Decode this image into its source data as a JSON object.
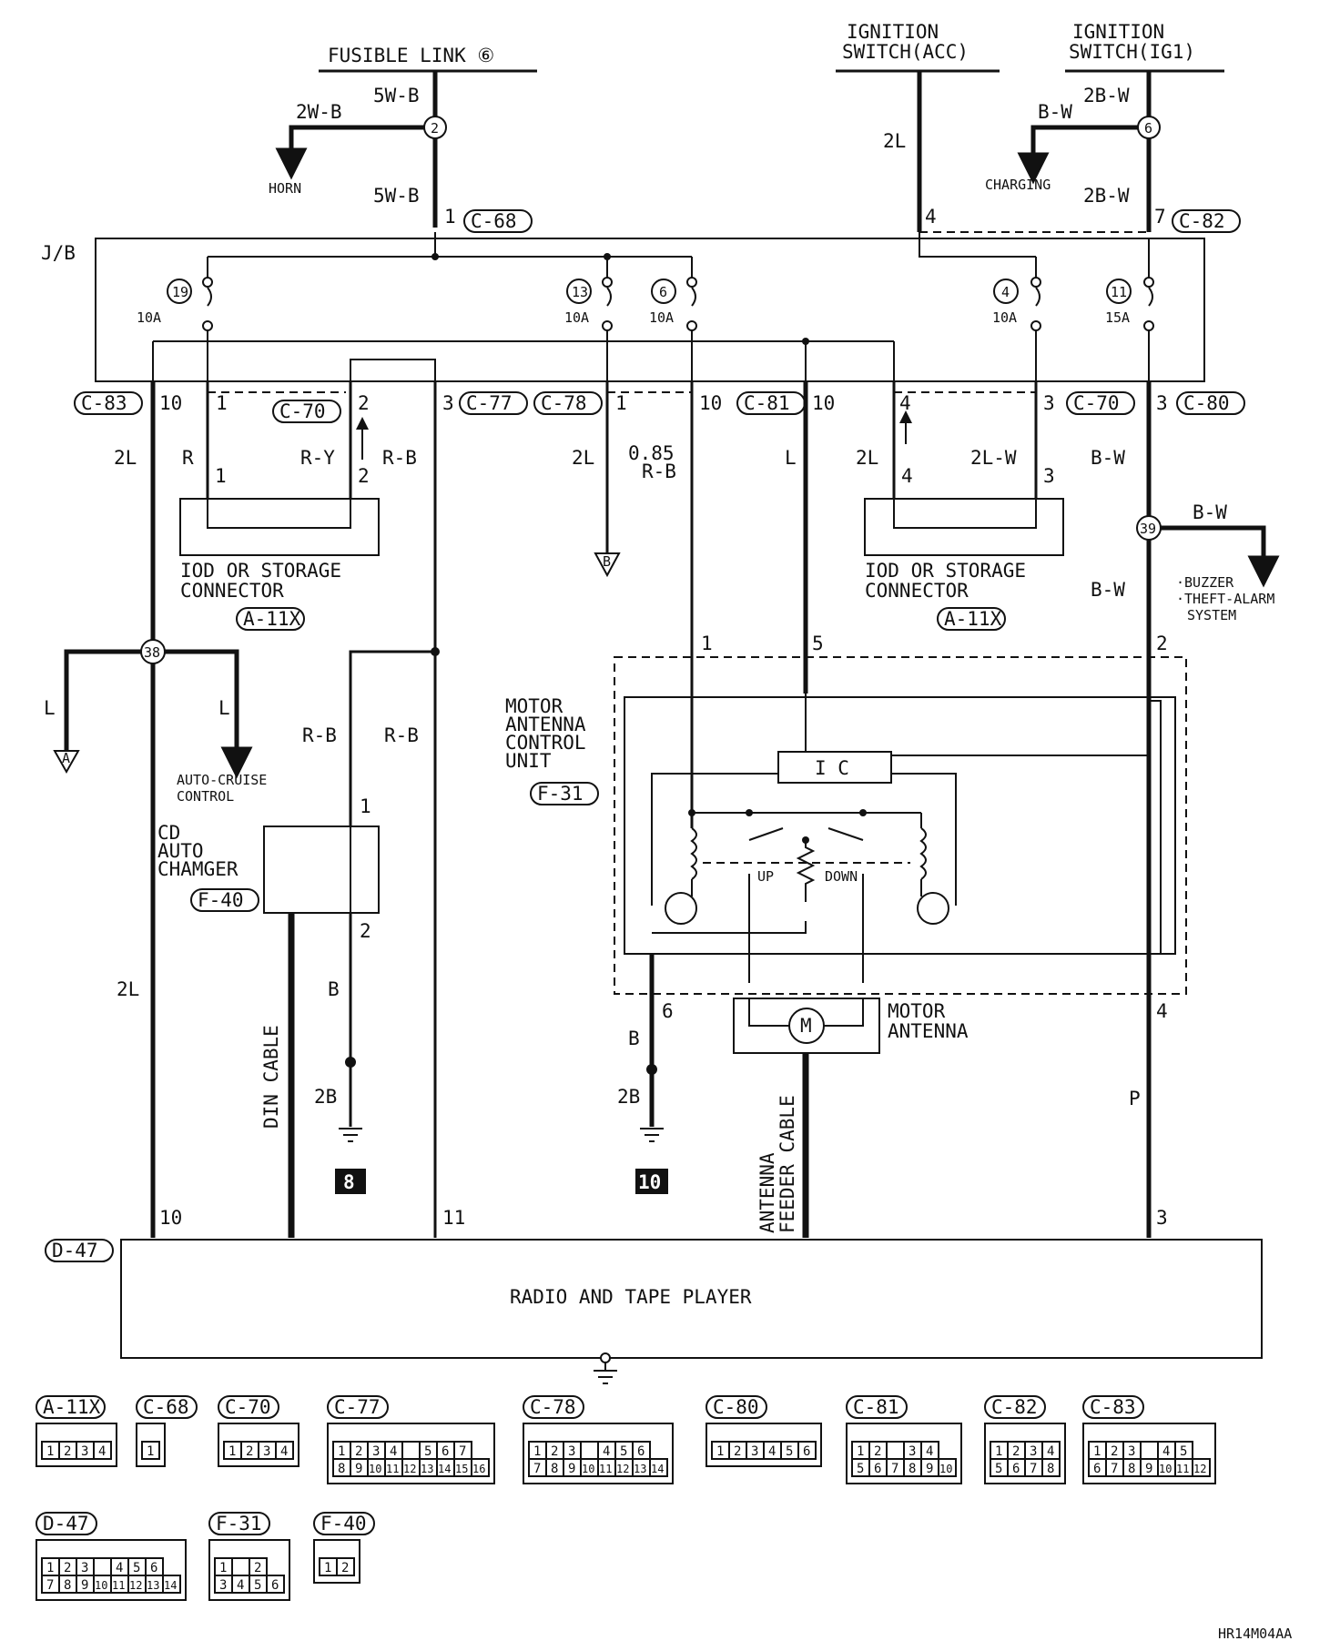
{
  "sources": {
    "fusible_link": "FUSIBLE LINK ⑥",
    "ign_acc_1": "IGNITION",
    "ign_acc_2": "SWITCH(ACC)",
    "ign_ig1_1": "IGNITION",
    "ign_ig1_2": "SWITCH(IG1)"
  },
  "wires": {
    "w5wb_top": "5W-B",
    "w5wb_bot": "5W-B",
    "w2wb": "2W-B",
    "horn": "HORN",
    "w2l_acc": "2L",
    "w2bw_top": "2B-W",
    "wbw_charge": "B-W",
    "charging": "CHARGING",
    "w2bw_bot": "2B-W",
    "w2l_c83": "2L",
    "wr": "R",
    "wry": "R-Y",
    "wrb_c77": "R-B",
    "w2l_c78": "2L",
    "w085": "0.85",
    "w085rb": "R-B",
    "wl_c81": "L",
    "w2l_c70b": "2L",
    "w2lw": "2L-W",
    "wbw_c80": "B-W",
    "wbw_buzz": "B-W",
    "wbw_low": "B-W",
    "wl_a": "L",
    "wl_cruise": "L",
    "wrb_cd": "R-B",
    "wrb_right": "R-B",
    "wb_cd": "B",
    "w2b_cd": "2B",
    "wb_ant": "B",
    "w2b_ant": "2B",
    "wp": "P",
    "w2l_bottom": "2L",
    "din_cable": "DIN CABLE",
    "ant_feeder_1": "ANTENNA",
    "ant_feeder_2": "FEEDER CABLE"
  },
  "jb": {
    "label": "J/B",
    "fuses": [
      {
        "num": "19",
        "amp": "10A"
      },
      {
        "num": "13",
        "amp": "10A"
      },
      {
        "num": "6",
        "amp": "10A"
      },
      {
        "num": "4",
        "amp": "10A"
      },
      {
        "num": "11",
        "amp": "15A"
      }
    ]
  },
  "connectors": {
    "c68": "C-68",
    "c82": "C-82",
    "c83": "C-83",
    "c70": "C-70",
    "c77": "C-77",
    "c78": "C-78",
    "c81": "C-81",
    "c70b": "C-70",
    "c80": "C-80",
    "a11x_l": "A-11X",
    "a11x_r": "A-11X",
    "f31": "F-31",
    "f40": "F-40",
    "d47": "D-47"
  },
  "pins": {
    "p1_c68": "1",
    "p4_acc": "4",
    "p7_c82": "7",
    "p10_c83": "10",
    "p1_c70": "1",
    "p2_c70": "2",
    "p3_c77": "3",
    "p1_c78": "1",
    "p10_c81a": "10",
    "p10_c81b": "10",
    "p4_c70": "4",
    "p3_c70": "3",
    "p3_c80": "3",
    "p1_iodl": "1",
    "p2_iodl": "2",
    "p4_iodr": "4",
    "p3_iodr": "3",
    "p1_mac": "1",
    "p5_mac": "5",
    "p2_mac": "2",
    "p6_mac": "6",
    "p4_mac": "4",
    "p1_cd": "1",
    "p2_cd": "2",
    "p10_d47": "10",
    "p11_d47": "11",
    "p3_d47": "3"
  },
  "splices": {
    "s2": "2",
    "s6": "6",
    "s38": "38",
    "s39": "39"
  },
  "components": {
    "iod_l_1": "IOD OR STORAGE",
    "iod_l_2": "CONNECTOR",
    "iod_r_1": "IOD OR STORAGE",
    "iod_r_2": "CONNECTOR",
    "mac_1": "MOTOR",
    "mac_2": "ANTENNA",
    "mac_3": "CONTROL",
    "mac_4": "UNIT",
    "ic": "I C",
    "up": "UP",
    "down": "DOWN",
    "motor_1": "MOTOR",
    "motor_2": "ANTENNA",
    "motor_m": "M",
    "cd_1": "CD",
    "cd_2": "AUTO",
    "cd_3": "CHAMGER",
    "cruise_1": "AUTO-CRUISE",
    "cruise_2": "CONTROL",
    "buzz_1": "·BUZZER",
    "buzz_2": "·THEFT-ALARM",
    "buzz_3": "SYSTEM",
    "radio": "RADIO AND TAPE PLAYER",
    "flag_a": "A",
    "flag_b": "B",
    "ground_8": "8",
    "ground_10": "10"
  },
  "legend": [
    {
      "name": "A-11X",
      "rows": [
        [
          "1",
          "2",
          "3",
          "4"
        ]
      ]
    },
    {
      "name": "C-68",
      "rows": [
        [
          "1"
        ]
      ]
    },
    {
      "name": "C-70",
      "rows": [
        [
          "1",
          "2",
          "3",
          "4"
        ]
      ]
    },
    {
      "name": "C-77",
      "rows": [
        [
          "1",
          "2",
          "3",
          "4",
          "",
          "5",
          "6",
          "7"
        ],
        [
          "8",
          "9",
          "10",
          "11",
          "12",
          "13",
          "14",
          "15",
          "16"
        ]
      ]
    },
    {
      "name": "C-78",
      "rows": [
        [
          "1",
          "2",
          "3",
          "",
          "4",
          "5",
          "6"
        ],
        [
          "7",
          "8",
          "9",
          "10",
          "11",
          "12",
          "13",
          "14"
        ]
      ]
    },
    {
      "name": "C-80",
      "rows": [
        [
          "1",
          "2",
          "3",
          "4",
          "5",
          "6"
        ]
      ]
    },
    {
      "name": "C-81",
      "rows": [
        [
          "1",
          "2",
          "",
          "3",
          "4"
        ],
        [
          "5",
          "6",
          "7",
          "8",
          "9",
          "10"
        ]
      ]
    },
    {
      "name": "C-82",
      "rows": [
        [
          "1",
          "2",
          "3",
          "4"
        ],
        [
          "5",
          "6",
          "7",
          "8"
        ]
      ]
    },
    {
      "name": "C-83",
      "rows": [
        [
          "1",
          "2",
          "3",
          "",
          "4",
          "5"
        ],
        [
          "6",
          "7",
          "8",
          "9",
          "10",
          "11",
          "12"
        ]
      ]
    },
    {
      "name": "D-47",
      "rows": [
        [
          "1",
          "2",
          "3",
          "",
          "4",
          "5",
          "6"
        ],
        [
          "7",
          "8",
          "9",
          "10",
          "11",
          "12",
          "13",
          "14"
        ]
      ]
    },
    {
      "name": "F-31",
      "rows": [
        [
          "1",
          "",
          "2"
        ],
        [
          "3",
          "4",
          "5",
          "6"
        ]
      ]
    },
    {
      "name": "F-40",
      "rows": [
        [
          "1",
          "2"
        ]
      ]
    }
  ],
  "code": "HR14M04AA"
}
